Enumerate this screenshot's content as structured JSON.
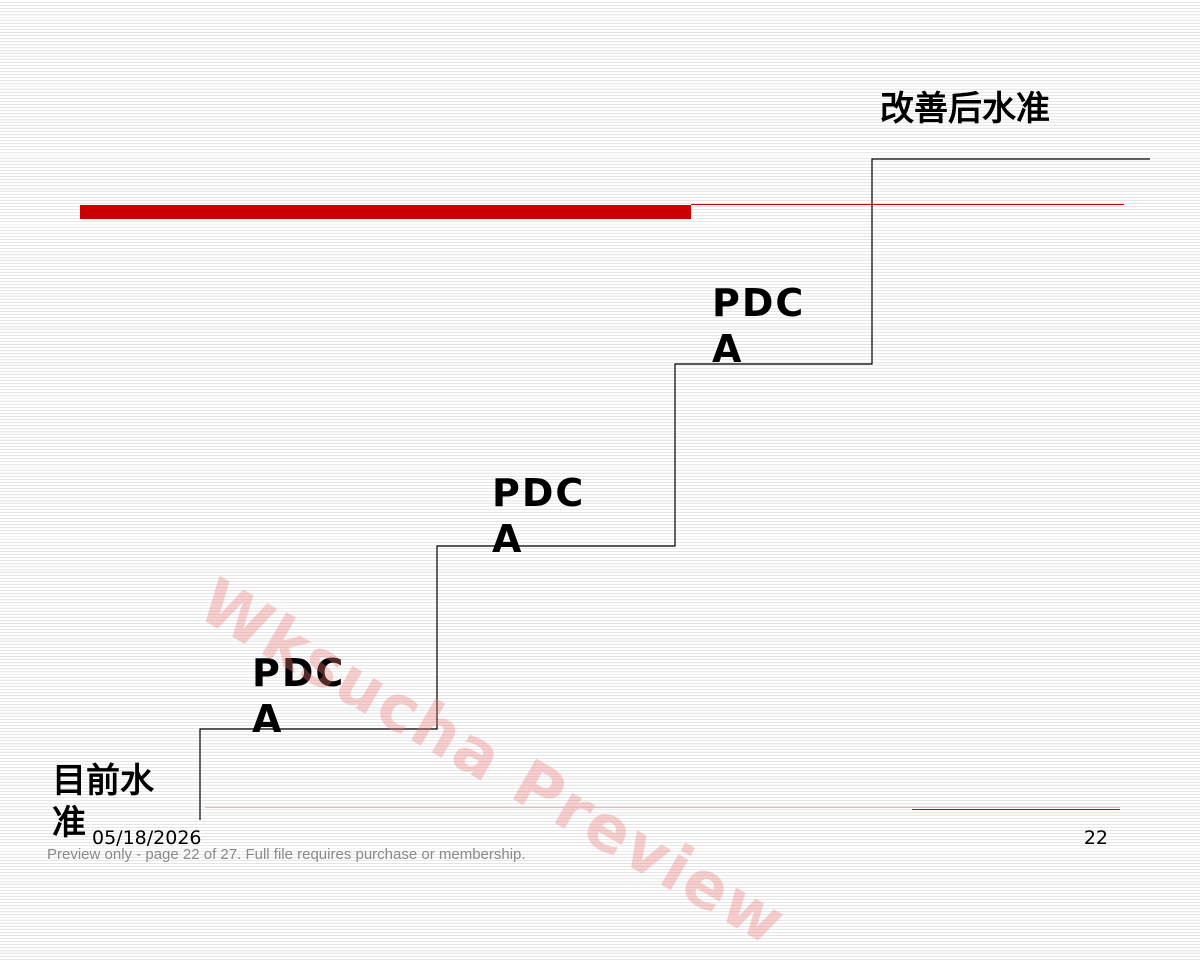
{
  "diagram": {
    "start_level_label": "目前水准",
    "end_level_label": "改善后水准",
    "steps": [
      {
        "label": "PDCA"
      },
      {
        "label": "PDCA"
      },
      {
        "label": "PDCA"
      }
    ]
  },
  "watermark": "Wksucha Preview",
  "footer": {
    "date": "05/18/2026",
    "page_number": "22",
    "preview_note": "Preview only - page 22 of 27. Full file requires purchase or membership."
  },
  "colors": {
    "accent": "#cc0000",
    "line": "#000000"
  }
}
